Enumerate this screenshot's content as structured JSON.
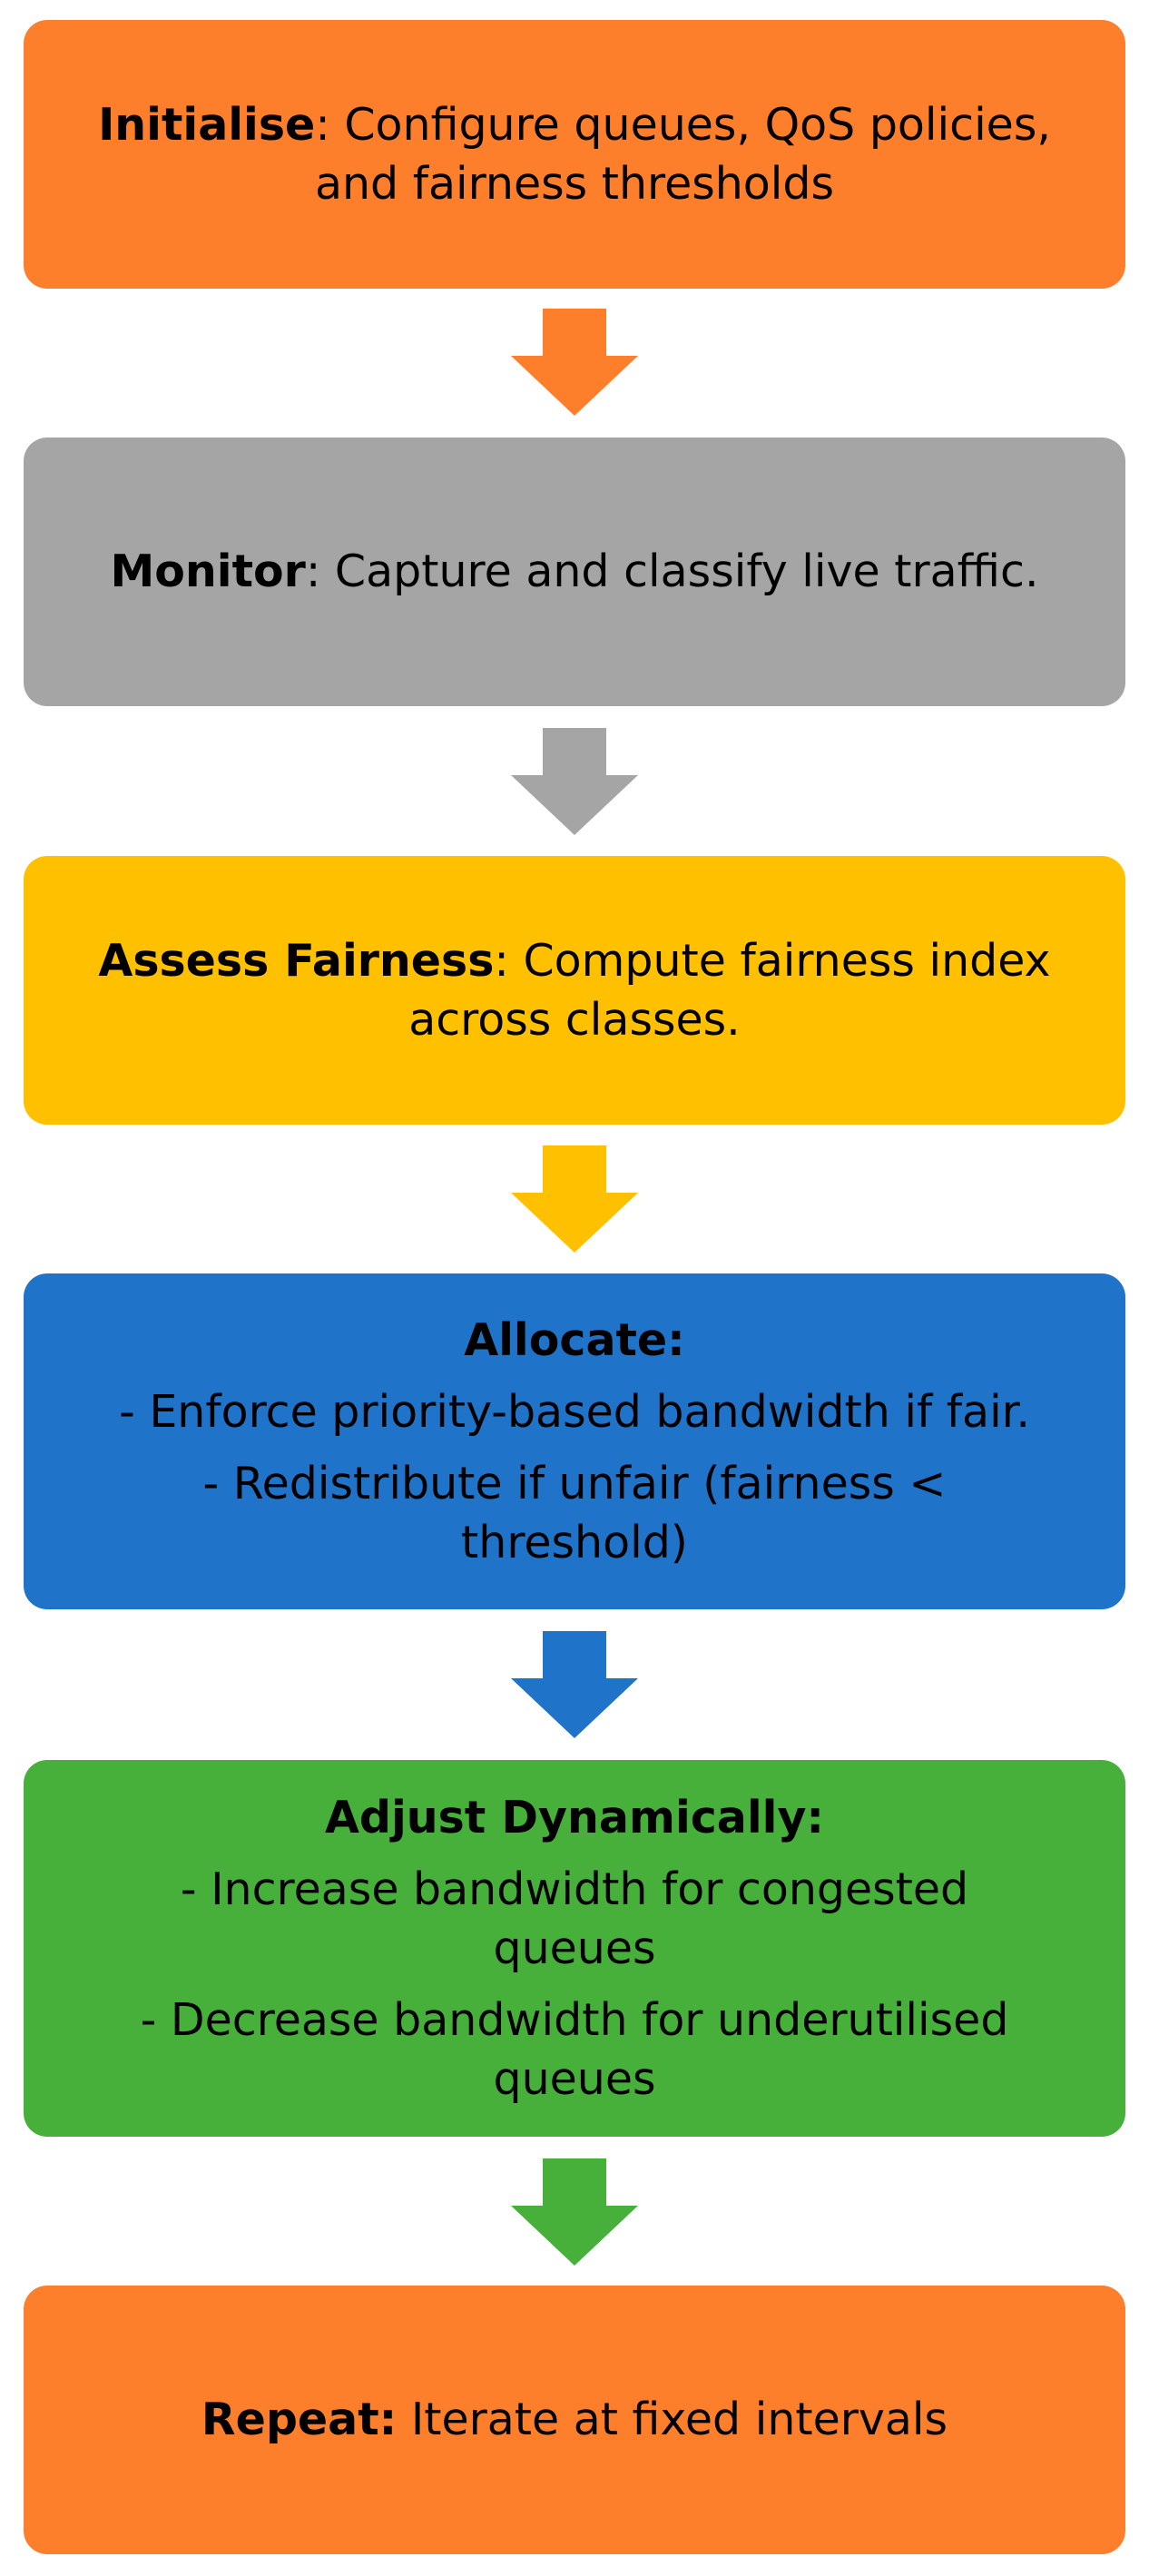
{
  "steps": [
    {
      "title": "Initialise",
      "sep": ":",
      "text": " Configure queues, QoS policies, and fairness thresholds",
      "color": "#FD7F2C"
    },
    {
      "title": "Monitor",
      "sep": ":",
      "text": " Capture and classify live traffic.",
      "color": "#A5A5A5"
    },
    {
      "title": "Assess Fairness",
      "sep": ":",
      "text": " Compute fairness index across classes.",
      "color": "#FFC000"
    },
    {
      "title": "Allocate:",
      "bullets": [
        "- Enforce priority-based bandwidth if fair.",
        "- Redistribute if unfair (fairness < threshold)"
      ],
      "color": "#1F73C8"
    },
    {
      "title": "Adjust Dynamically:",
      "bullets": [
        "- Increase bandwidth for congested queues",
        "- Decrease bandwidth for underutilised queues"
      ],
      "color": "#47B03B"
    },
    {
      "title": "Repeat:",
      "text": " Iterate at fixed intervals",
      "color": "#FD7F2C"
    }
  ],
  "arrows": [
    {
      "color": "#FD7F2C",
      "icon": "down-arrow-icon"
    },
    {
      "color": "#A5A5A5",
      "icon": "down-arrow-icon"
    },
    {
      "color": "#FFC000",
      "icon": "down-arrow-icon"
    },
    {
      "color": "#1F73C8",
      "icon": "down-arrow-icon"
    },
    {
      "color": "#47B03B",
      "icon": "down-arrow-icon"
    }
  ]
}
